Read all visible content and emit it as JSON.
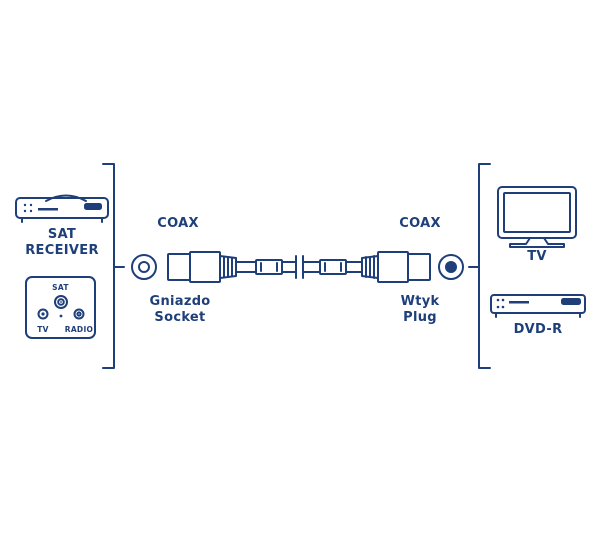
{
  "colors": {
    "primary": "#1e3f7a",
    "background": "#ffffff"
  },
  "left": {
    "device_label_line1": "SAT",
    "device_label_line2": "RECEIVER",
    "wall_plate": {
      "title": "SAT",
      "left_port": "TV",
      "right_port": "RADIO"
    }
  },
  "cable": {
    "left_type": "COAX",
    "left_end_line1": "Gniazdo",
    "left_end_line2": "Socket",
    "right_type": "COAX",
    "right_end_line1": "Wtyk",
    "right_end_line2": "Plug"
  },
  "right": {
    "tv_label": "TV",
    "dvd_label": "DVD-R"
  },
  "icons": [
    "sat-receiver-icon",
    "wall-socket-icon",
    "coax-socket-icon",
    "coax-cable-icon",
    "coax-plug-icon",
    "tv-icon",
    "dvd-recorder-icon"
  ]
}
